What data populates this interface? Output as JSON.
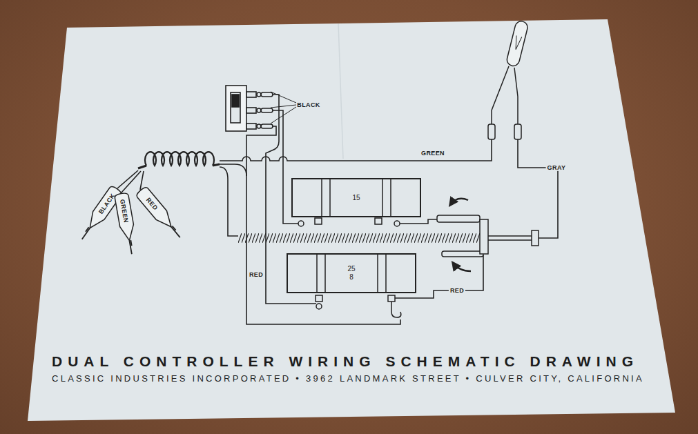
{
  "diagram": {
    "title": "DUAL CONTROLLER WIRING SCHEMATIC DRAWING",
    "caption": "CLASSIC INDUSTRIES INCORPORATED • 3962 LANDMARK STREET • CULVER CITY, CALIFORNIA",
    "nodes": [
      {
        "text": [
          "BLACK"
        ]
      },
      {
        "text": [
          "GREEN"
        ]
      },
      {
        "text": [
          "RED"
        ]
      },
      {
        "text": [
          "15"
        ]
      },
      {
        "text": [
          "25 8"
        ]
      }
    ],
    "labels": [
      "BLACK",
      "GREEN",
      "GRAY",
      "RED",
      "RED"
    ]
  }
}
